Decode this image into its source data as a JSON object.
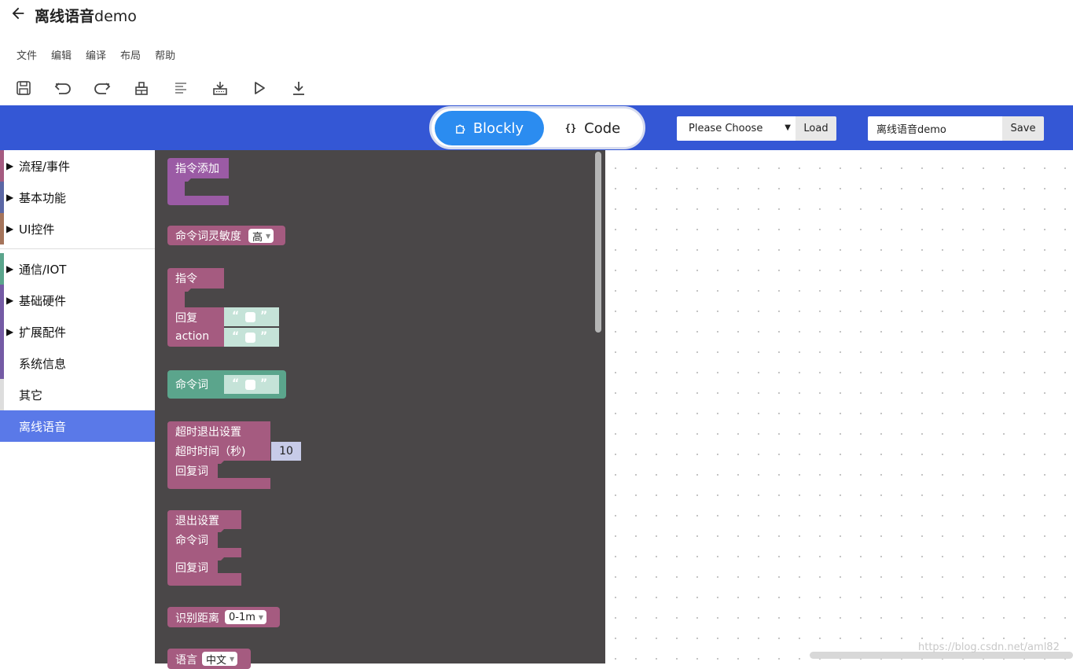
{
  "header": {
    "title": "离线语音",
    "title_suffix": "demo"
  },
  "menu": [
    "文件",
    "编辑",
    "编译",
    "布局",
    "帮助"
  ],
  "toolbar_icons": [
    "save-icon",
    "undo-icon",
    "redo-icon",
    "build-icon",
    "format-icon",
    "upload-icon",
    "run-icon",
    "download-icon"
  ],
  "modes": {
    "blockly": "Blockly",
    "code": "Code",
    "code_glyph": "{}"
  },
  "controls": {
    "choose": "Please Choose",
    "load": "Load",
    "project_name": "离线语音demo",
    "save": "Save"
  },
  "categories": [
    {
      "label": "流程/事件",
      "arrow": "▶",
      "color": "#a55b80"
    },
    {
      "label": "基本功能",
      "arrow": "▶",
      "color": "#5b67a5"
    },
    {
      "label": "UI控件",
      "arrow": "▶",
      "color": "#a5745b"
    },
    {
      "label": "通信/IOT",
      "arrow": "▶",
      "color": "#5ba58c"
    },
    {
      "label": "基础硬件",
      "arrow": "▶",
      "color": "#745ba5"
    },
    {
      "label": "扩展配件",
      "arrow": "▶",
      "color": "#745ba5"
    },
    {
      "label": "系统信息",
      "arrow": "",
      "color": "#745ba5"
    },
    {
      "label": "其它",
      "arrow": "",
      "color": "#dddddd"
    },
    {
      "label": "离线语音",
      "arrow": "",
      "color": "#5a79e8"
    }
  ],
  "blocks": {
    "cmd_add": "指令添加",
    "sensitivity": {
      "label": "命令词灵敏度",
      "value": "高"
    },
    "cmd": {
      "label": "指令",
      "reply": "回复",
      "action": "action"
    },
    "keyword": "命令词",
    "timeout": {
      "label": "超时退出设置",
      "time_label": "超时时间（秒)",
      "time_value": "10",
      "reply": "回复词"
    },
    "exit": {
      "label": "退出设置",
      "keyword": "命令词",
      "reply": "回复词"
    },
    "distance": {
      "label": "识别距离",
      "value": "0-1m"
    },
    "language": {
      "label": "语言",
      "value": "中文"
    },
    "quote_open": "“",
    "quote_close": "”"
  },
  "watermark": "https://blog.csdn.net/aml82"
}
